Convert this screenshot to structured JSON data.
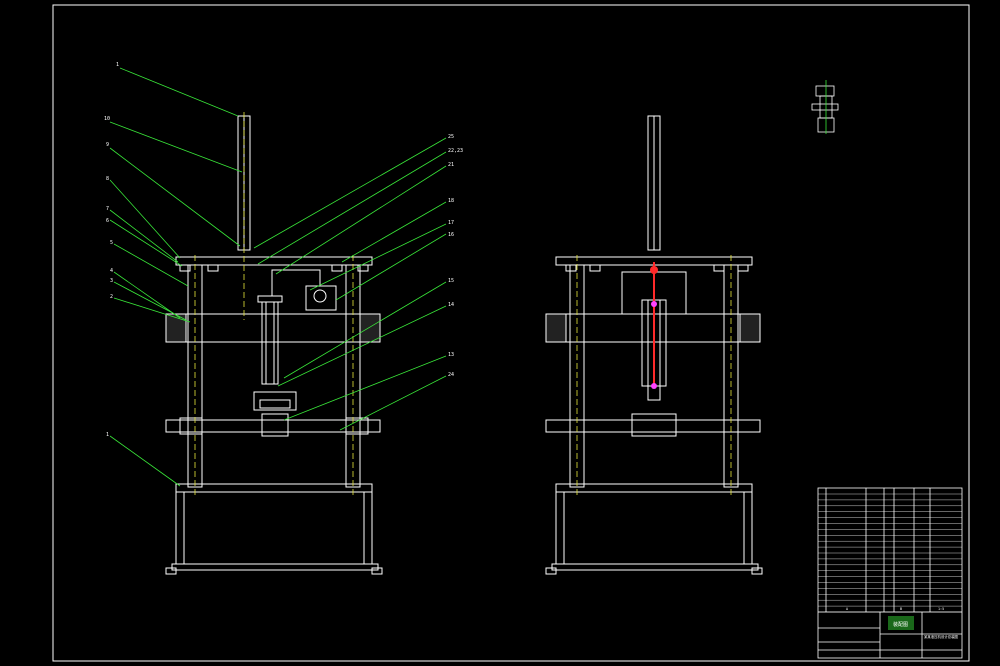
{
  "drawing": {
    "background": "#000000",
    "line_color": "#ffffff",
    "leader_color": "#39e639",
    "centerline_color": "#e6e63a",
    "accent_colors": [
      "#ff2a2a",
      "#ff44ff",
      "#3bb8ff"
    ]
  },
  "front_view_labels": [
    "1",
    "10",
    "9",
    "8",
    "7",
    "6",
    "5",
    "4",
    "3",
    "2",
    "1"
  ],
  "side_view_labels": [
    "25",
    "22,23",
    "21",
    "18",
    "17",
    "16",
    "15",
    "14",
    "13",
    "24"
  ],
  "title_block": {
    "main_title": "装配图",
    "drawing_name": "某某液压机设计总装图",
    "small_text": [
      "A",
      "B",
      "1:5"
    ]
  }
}
